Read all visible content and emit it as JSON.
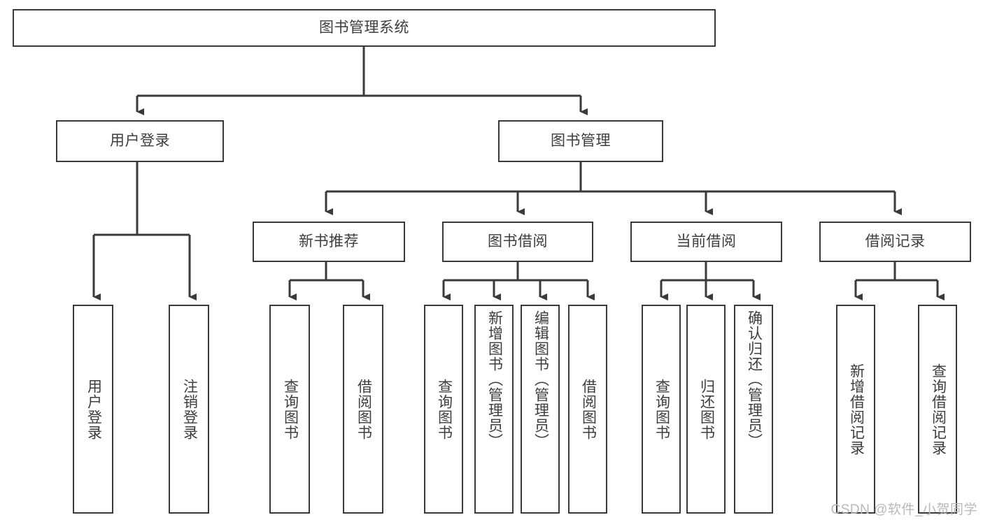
{
  "diagram": {
    "title": "图书管理系统",
    "watermark": "CSDN @软件_小贺同学",
    "colors": {
      "stroke": "#3a3a3a",
      "text": "#3d3d3d",
      "background": "#ffffff",
      "watermark": "#b9b9b9"
    },
    "levels": {
      "root": {
        "label": "图书管理系统"
      },
      "level2": [
        {
          "label": "用户登录"
        },
        {
          "label": "图书管理"
        }
      ],
      "level3": [
        {
          "label": "新书推荐"
        },
        {
          "label": "图书借阅"
        },
        {
          "label": "当前借阅"
        },
        {
          "label": "借阅记录"
        }
      ],
      "leaves": [
        {
          "label": "用户登录",
          "parent": "用户登录"
        },
        {
          "label": "注销登录",
          "parent": "用户登录"
        },
        {
          "label": "查询图书",
          "parent": "新书推荐"
        },
        {
          "label": "借阅图书",
          "parent": "新书推荐"
        },
        {
          "label": "查询图书",
          "parent": "图书借阅"
        },
        {
          "label": "新增图书（管理员）",
          "parent": "图书借阅"
        },
        {
          "label": "编辑图书（管理员）",
          "parent": "图书借阅"
        },
        {
          "label": "借阅图书",
          "parent": "图书借阅"
        },
        {
          "label": "查询图书",
          "parent": "当前借阅"
        },
        {
          "label": "归还图书",
          "parent": "当前借阅"
        },
        {
          "label": "确认归还（管理员）",
          "parent": "当前借阅"
        },
        {
          "label": "新增借阅记录",
          "parent": "借阅记录"
        },
        {
          "label": "查询借阅记录",
          "parent": "借阅记录"
        }
      ]
    }
  }
}
